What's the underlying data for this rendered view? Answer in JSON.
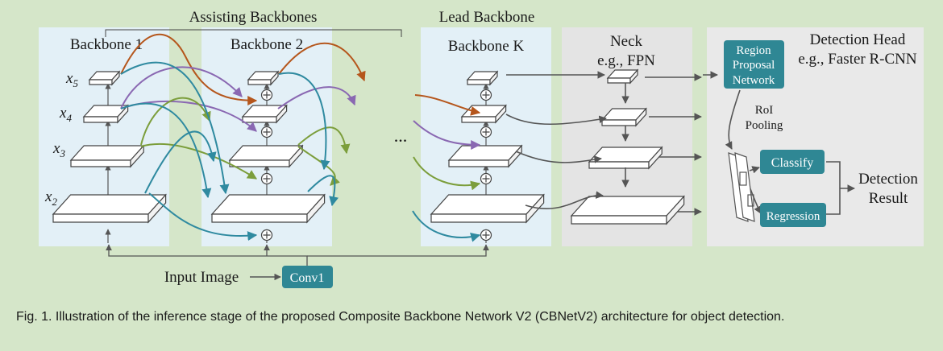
{
  "labels": {
    "assisting": "Assisting Backbones",
    "lead": "Lead Backbone",
    "backbone1": "Backbone 1",
    "backbone2": "Backbone 2",
    "backboneK": "Backbone K",
    "neck": "Neck",
    "neck_example": "e.g., FPN",
    "head": "Detection Head",
    "head_example": "e.g., Faster R-CNN",
    "rpn_line1": "Region",
    "rpn_line2": "Proposal",
    "rpn_line3": "Network",
    "roi_line1": "RoI",
    "roi_line2": "Pooling",
    "classify": "Classify",
    "regression": "Regression",
    "result_line1": "Detection",
    "result_line2": "Result",
    "input": "Input Image",
    "conv1": "Conv1",
    "dots": "...",
    "x5_base": "x",
    "x5_sub": "5",
    "x4_base": "x",
    "x4_sub": "4",
    "x3_base": "x",
    "x3_sub": "3",
    "x2_base": "x",
    "x2_sub": "2"
  },
  "caption": "Fig. 1. Illustration of the inference stage of the proposed Composite Backbone Network V2 (CBNetV2) architecture for object detection.",
  "colors": {
    "background": "#d5e6c9",
    "backbone_panel": "#e3f0f7",
    "neck_panel": "#e4e4e4",
    "head_panel": "#e9e9e9",
    "box_fill": "#2f8794",
    "level5_arrow": "#b5561c",
    "level4_arrow": "#8a68b2",
    "level3_arrow": "#7c9e3c",
    "level2_arrow": "#2f8aa0"
  }
}
